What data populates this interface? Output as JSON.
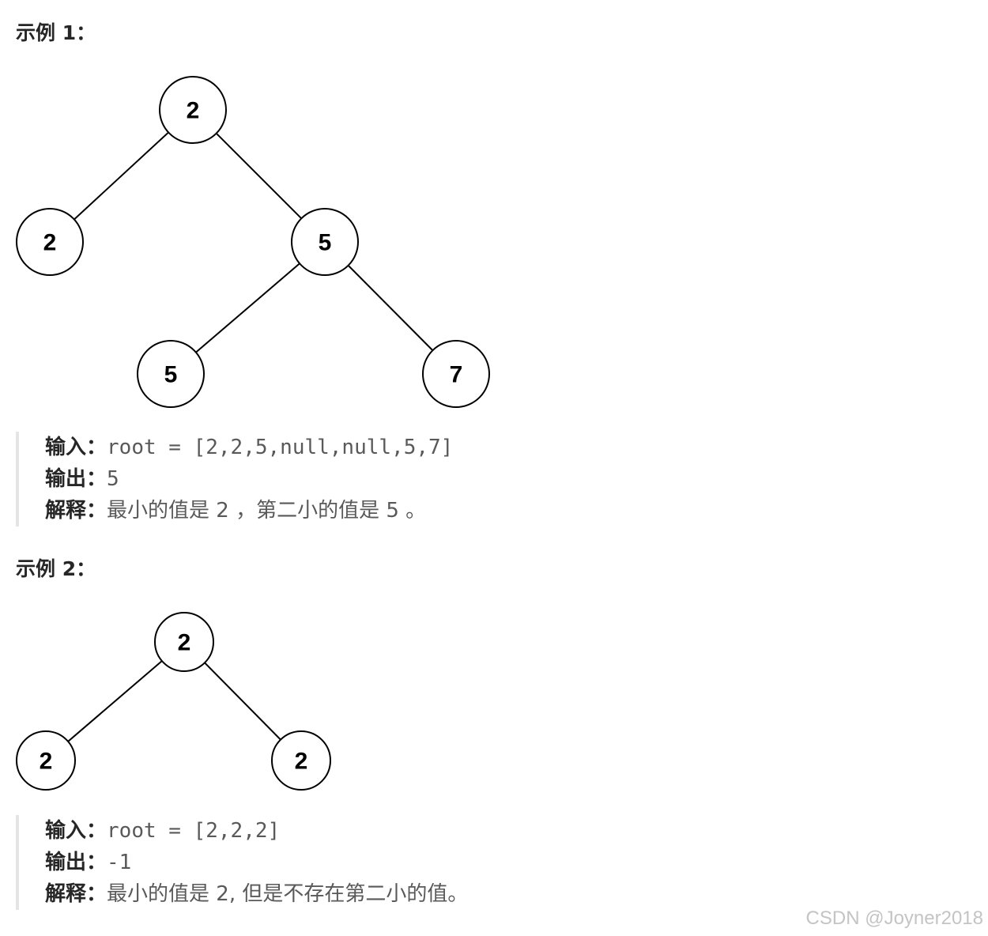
{
  "examples": [
    {
      "heading": "示例 1：",
      "tree": {
        "nodes": [
          {
            "id": "n1",
            "value": "2"
          },
          {
            "id": "n2",
            "value": "2"
          },
          {
            "id": "n3",
            "value": "5"
          },
          {
            "id": "n4",
            "value": "5"
          },
          {
            "id": "n5",
            "value": "7"
          }
        ],
        "edges": [
          [
            "n1",
            "n2"
          ],
          [
            "n1",
            "n3"
          ],
          [
            "n3",
            "n4"
          ],
          [
            "n3",
            "n5"
          ]
        ]
      },
      "input_label": "输入：",
      "input_value": "root = [2,2,5,null,null,5,7]",
      "output_label": "输出：",
      "output_value": "5",
      "explain_label": "解释：",
      "explain_value": "最小的值是 2 ，第二小的值是 5 。"
    },
    {
      "heading": "示例 2：",
      "tree": {
        "nodes": [
          {
            "id": "m1",
            "value": "2"
          },
          {
            "id": "m2",
            "value": "2"
          },
          {
            "id": "m3",
            "value": "2"
          }
        ],
        "edges": [
          [
            "m1",
            "m2"
          ],
          [
            "m1",
            "m3"
          ]
        ]
      },
      "input_label": "输入：",
      "input_value": "root = [2,2,2]",
      "output_label": "输出：",
      "output_value": "-1",
      "explain_label": "解释：",
      "explain_value": "最小的值是 2, 但是不存在第二小的值。"
    }
  ],
  "watermark": "CSDN @Joyner2018"
}
